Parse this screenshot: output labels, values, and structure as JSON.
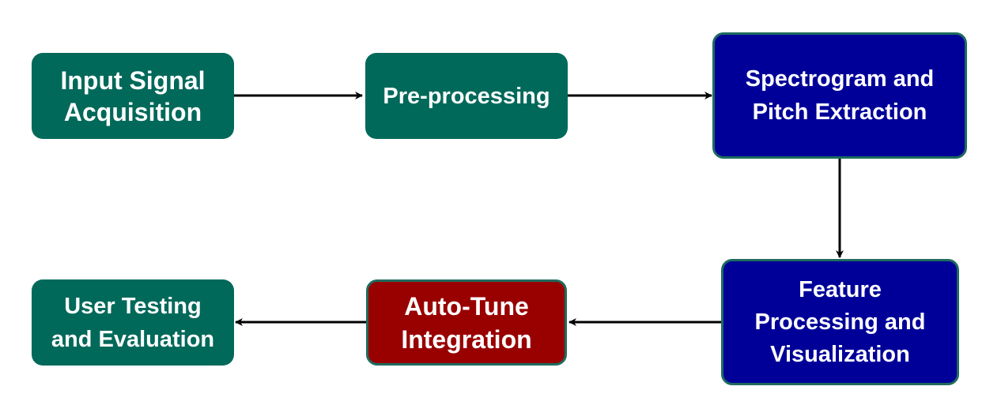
{
  "colors": {
    "green_fill": "#00695A",
    "blue_fill": "#000099",
    "red_fill": "#990000",
    "border": "#1F6B5E",
    "arrow": "#000000"
  },
  "nodes": {
    "input_signal": {
      "label": "Input Signal\nAcquisition"
    },
    "preprocessing": {
      "label": "Pre-processing"
    },
    "spectrogram": {
      "label": "Spectrogram and\nPitch Extraction"
    },
    "feature": {
      "label": "Feature\nProcessing and\nVisualization"
    },
    "autotune": {
      "label": "Auto-Tune\nIntegration"
    },
    "user_testing": {
      "label": "User Testing\nand Evaluation"
    }
  },
  "edges": [
    {
      "from": "input_signal",
      "to": "preprocessing"
    },
    {
      "from": "preprocessing",
      "to": "spectrogram"
    },
    {
      "from": "spectrogram",
      "to": "feature"
    },
    {
      "from": "feature",
      "to": "autotune"
    },
    {
      "from": "autotune",
      "to": "user_testing"
    }
  ]
}
